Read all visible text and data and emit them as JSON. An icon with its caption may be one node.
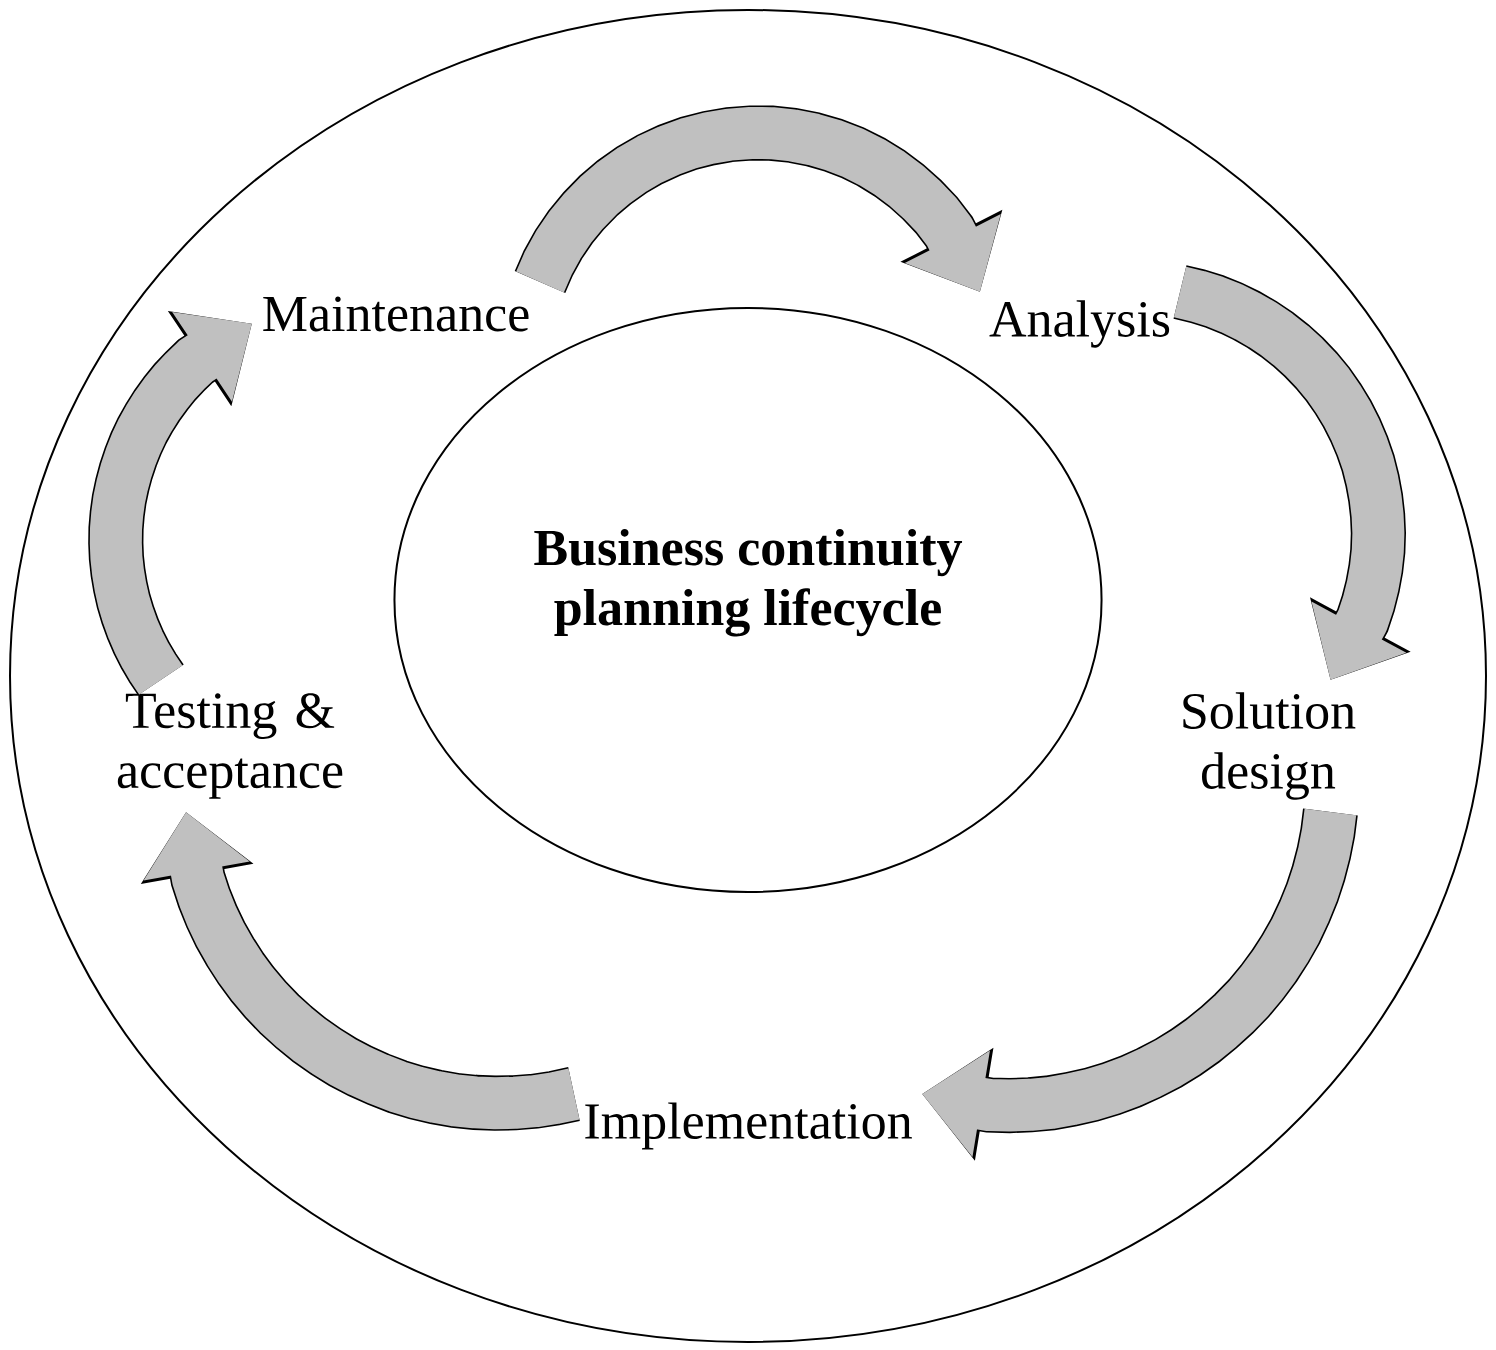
{
  "diagram": {
    "nodes": [
      {
        "text": [],
        "shape": "ellipse"
      },
      {
        "text": [
          "Business continuity planning lifecycle"
        ],
        "in": 0
      },
      {
        "text": [
          "Maintenance"
        ],
        "in": 0
      },
      {
        "text": [
          "Analysis"
        ],
        "in": 0
      },
      {
        "text": [
          "Solution design"
        ],
        "in": 0
      },
      {
        "text": [
          "Implementation"
        ],
        "in": 0
      },
      {
        "text": [
          "Testing & acceptance"
        ],
        "in": 0
      }
    ],
    "edges": [
      {
        "from": 2,
        "to": 3,
        "arrow": "to"
      },
      {
        "from": 3,
        "to": 4,
        "arrow": "to"
      },
      {
        "from": 4,
        "to": 5,
        "arrow": "to"
      },
      {
        "from": 5,
        "to": 6,
        "arrow": "to"
      },
      {
        "from": 6,
        "to": 2,
        "arrow": "to"
      }
    ]
  }
}
